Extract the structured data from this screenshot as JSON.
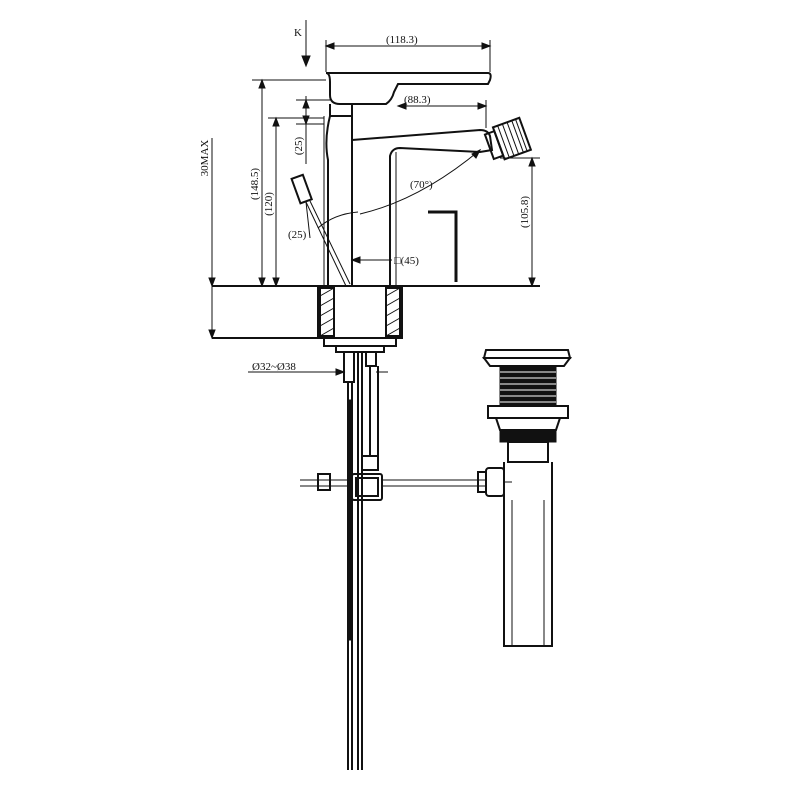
{
  "dimensions": {
    "top_width": "(118.3)",
    "spout_reach": "(88.3)",
    "height_total": "(148.5)",
    "height_body": "(120)",
    "height_spout": "(105.8)",
    "lever_offset": "(25)",
    "nozzle_angle": "(70°)",
    "swivel_angle": "(25)",
    "body_square": "□(45)",
    "deck_thickness": "30MAX",
    "hole_diameter": "Ø32~Ø38",
    "label_k": "K"
  },
  "colors": {
    "line": "#111111",
    "background": "#ffffff"
  }
}
